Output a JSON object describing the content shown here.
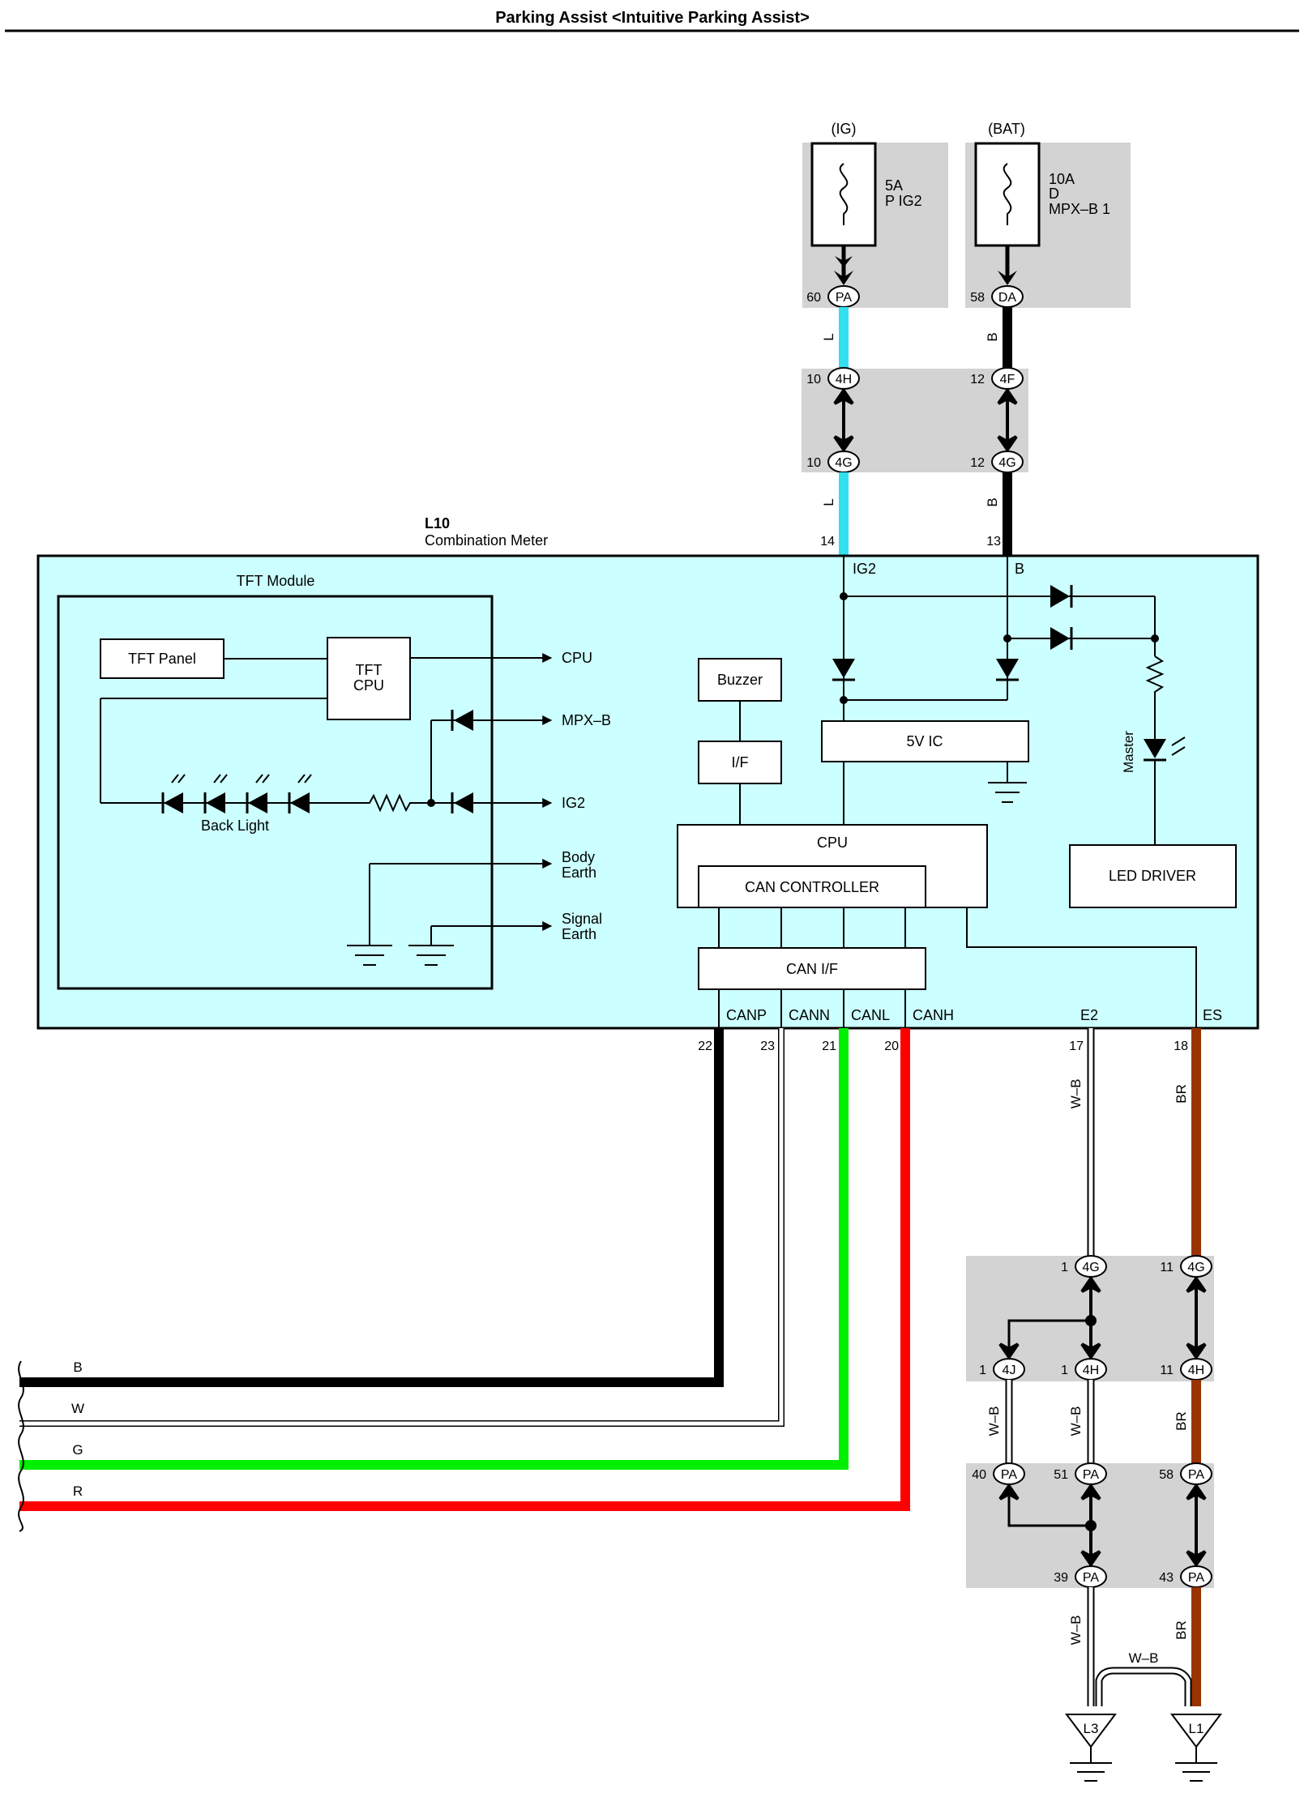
{
  "title": "Parking Assist <Intuitive Parking Assist>",
  "colors": {
    "panel_fill": "#ccffff",
    "junction_fill": "#d3d3d3",
    "wire_L": "#33e0f0",
    "wire_B": "#000000",
    "wire_G": "#00ee00",
    "wire_R": "#ff0000",
    "wire_BR": "#993300"
  },
  "power": {
    "ig": {
      "label": "(IG)",
      "amp": "5A",
      "name": "P IG2",
      "pin": "60",
      "conn": "PA"
    },
    "bat": {
      "label": "(BAT)",
      "amp": "10A",
      "code": "D",
      "name": "MPX–B 1",
      "pin": "58",
      "conn": "DA"
    }
  },
  "joint1": {
    "ig_top": {
      "pin": "10",
      "conn": "4H"
    },
    "ig_bot": {
      "pin": "10",
      "conn": "4G"
    },
    "bat_top": {
      "pin": "12",
      "conn": "4F"
    },
    "bat_bot": {
      "pin": "12",
      "conn": "4G"
    }
  },
  "wires": {
    "ig_color": "L",
    "bat_color": "B",
    "e2_color": "W–B",
    "es_color": "BR",
    "bus_b": "B",
    "bus_w": "W",
    "bus_g": "G",
    "bus_r": "R",
    "l_connect": "W–B"
  },
  "meter": {
    "id": "L10",
    "name": "Combination Meter",
    "pin_ig2": "14",
    "pin_b": "13",
    "label_ig2": "IG2",
    "label_b": "B",
    "tft_module": {
      "title": "TFT Module",
      "panel": "TFT Panel",
      "cpu_line1": "TFT",
      "cpu_line2": "CPU",
      "back_light": "Back Light",
      "out_cpu": "CPU",
      "out_mpxb": "MPX–B",
      "out_ig2": "IG2",
      "out_body_1": "Body",
      "out_body_2": "Earth",
      "out_signal_1": "Signal",
      "out_signal_2": "Earth"
    },
    "buzzer": "Buzzer",
    "if": "I/F",
    "ic": "5V IC",
    "cpu": "CPU",
    "can_controller": "CAN CONTROLLER",
    "can_if": "CAN I/F",
    "led_driver": "LED DRIVER",
    "master": "Master",
    "terminals": {
      "canp": "CANP",
      "cann": "CANN",
      "canl": "CANL",
      "canh": "CANH",
      "e2": "E2",
      "es": "ES"
    },
    "pins": {
      "canp": "22",
      "cann": "23",
      "canl": "21",
      "canh": "20",
      "e2": "17",
      "es": "18"
    }
  },
  "lower_joints": {
    "e2_top": {
      "pin": "1",
      "conn": "4G"
    },
    "es_top": {
      "pin": "11",
      "conn": "4G"
    },
    "j4j": {
      "pin": "1",
      "conn": "4J"
    },
    "e2_4h": {
      "pin": "1",
      "conn": "4H"
    },
    "es_4h": {
      "pin": "11",
      "conn": "4H"
    },
    "pa40": {
      "pin": "40",
      "conn": "PA"
    },
    "pa51": {
      "pin": "51",
      "conn": "PA"
    },
    "pa58": {
      "pin": "58",
      "conn": "PA"
    },
    "pa39": {
      "pin": "39",
      "conn": "PA"
    },
    "pa43": {
      "pin": "43",
      "conn": "PA"
    }
  },
  "grounds": {
    "l3": "L3",
    "l1": "L1"
  }
}
